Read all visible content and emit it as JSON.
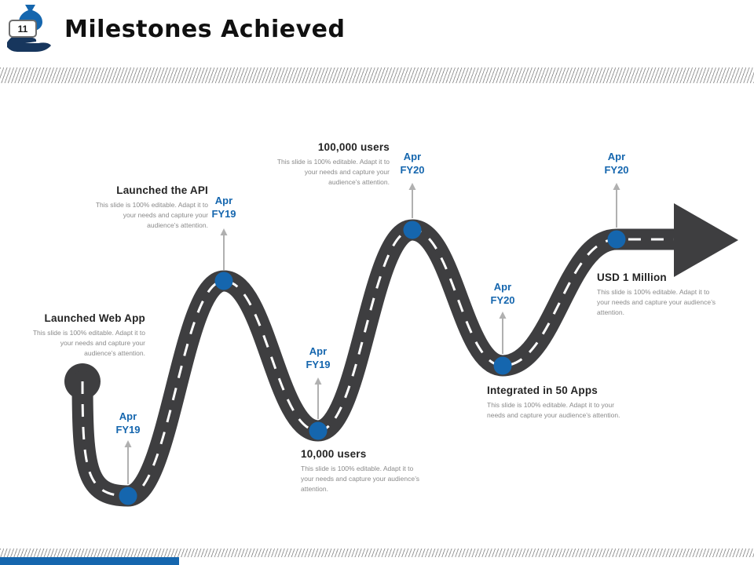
{
  "slide": {
    "number": "11",
    "title": "Milestones Achieved"
  },
  "colors": {
    "accent": "#1566AE",
    "road": "#3E3E40",
    "heading": "#242424",
    "body": "#8A8A8A",
    "arrow": "#B0B0B0"
  },
  "icons": {
    "header": "money-bag-in-hand-icon"
  },
  "milestones": [
    {
      "title": "Launched Web App",
      "desc": "This slide is 100% editable. Adapt it to your needs and capture your audience’s attention.",
      "date_month": "Apr",
      "date_year": "FY19"
    },
    {
      "title": "Launched the API",
      "desc": "This slide is 100% editable. Adapt it to your needs and capture your audience’s attention.",
      "date_month": "Apr",
      "date_year": "FY19"
    },
    {
      "title": "10,000 users",
      "desc": "This slide is 100% editable. Adapt it to your needs and capture your audience’s attention.",
      "date_month": "Apr",
      "date_year": "FY19"
    },
    {
      "title": "100,000 users",
      "desc": "This slide is 100% editable. Adapt it to your needs and capture your audience’s attention.",
      "date_month": "Apr",
      "date_year": "FY20"
    },
    {
      "title": "Integrated in 50 Apps",
      "desc": "This slide is 100% editable. Adapt it to your needs and capture your audience’s attention.",
      "date_month": "Apr",
      "date_year": "FY20"
    },
    {
      "title": "USD 1 Million",
      "desc": "This slide is 100% editable. Adapt it to your needs and capture your audience’s attention.",
      "date_month": "Apr",
      "date_year": "FY20"
    }
  ]
}
